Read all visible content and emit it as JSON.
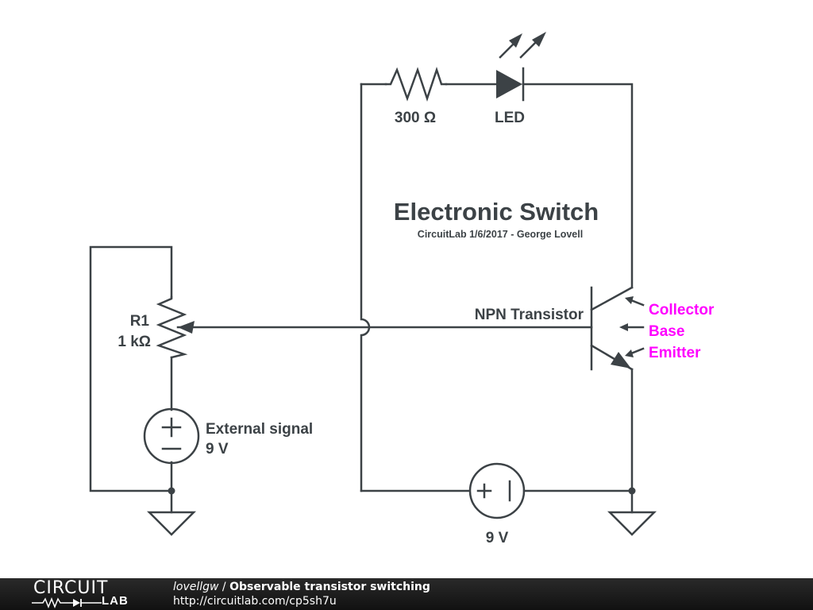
{
  "title": {
    "main": "Electronic Switch",
    "subtitle": "CircuitLab 1/6/2017 - George Lovell"
  },
  "components": {
    "resistor_300": {
      "value": "300 Ω"
    },
    "led": {
      "label": "LED"
    },
    "potentiometer": {
      "name": "R1",
      "value": "1 kΩ"
    },
    "external_source": {
      "label": "External signal",
      "value": "9 V"
    },
    "battery": {
      "value": "9 V"
    },
    "transistor": {
      "label": "NPN Transistor"
    }
  },
  "annotations": {
    "collector": "Collector",
    "base": "Base",
    "emitter": "Emitter",
    "color": "#ff00ff"
  },
  "footer": {
    "logo_top": "CIRCUIT",
    "logo_bottom": "LAB",
    "author": "lovellgw",
    "separator": " / ",
    "title": "Observable transistor switching",
    "url": "http://circuitlab.com/cp5sh7u"
  }
}
